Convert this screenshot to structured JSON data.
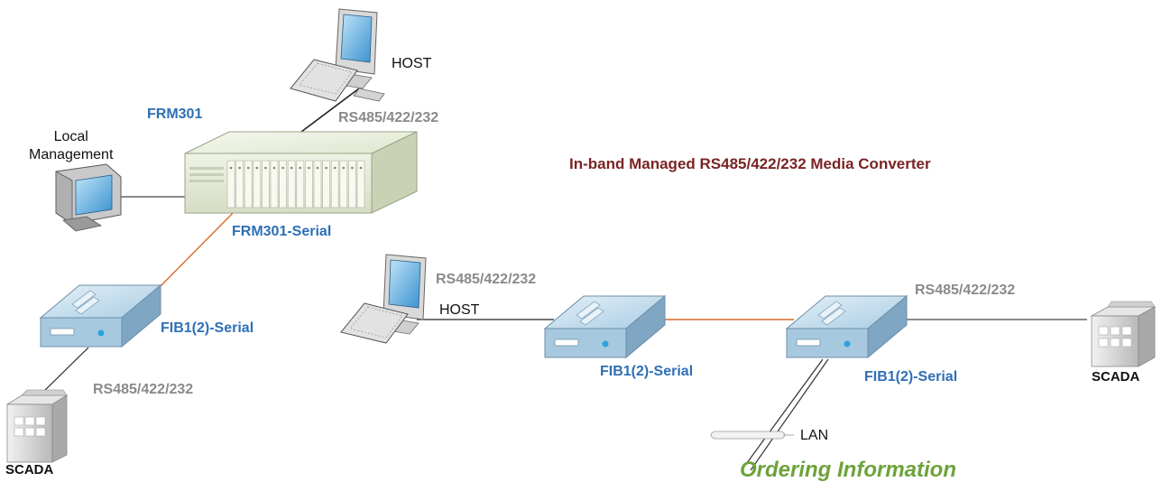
{
  "labels": {
    "host_top": "HOST",
    "frm301": "FRM301",
    "rs_frm": "RS485/422/232",
    "local_management": "Local\nManagement",
    "frm301_serial": "FRM301-Serial",
    "fib_left": "FIB1(2)-Serial",
    "rs_scada_left": "RS485/422/232",
    "scada_left": "SCADA",
    "rs_host_mid": "RS485/422/232",
    "host_mid": "HOST",
    "fib_mid": "FIB1(2)-Serial",
    "rs_right": "RS485/422/232",
    "fib_right": "FIB1(2)-Serial",
    "scada_right": "SCADA",
    "lan": "LAN",
    "diagram_title": "In-band Managed RS485/422/232 Media Converter",
    "ordering": "Ordering Information"
  },
  "colors": {
    "fiber_link": "#d86a2a",
    "copper_link": "#333333",
    "label_blue": "#2e6fb5",
    "label_gray": "#8a8a8a",
    "title_red": "#7a2424",
    "ordering_green": "#6ca33a"
  }
}
